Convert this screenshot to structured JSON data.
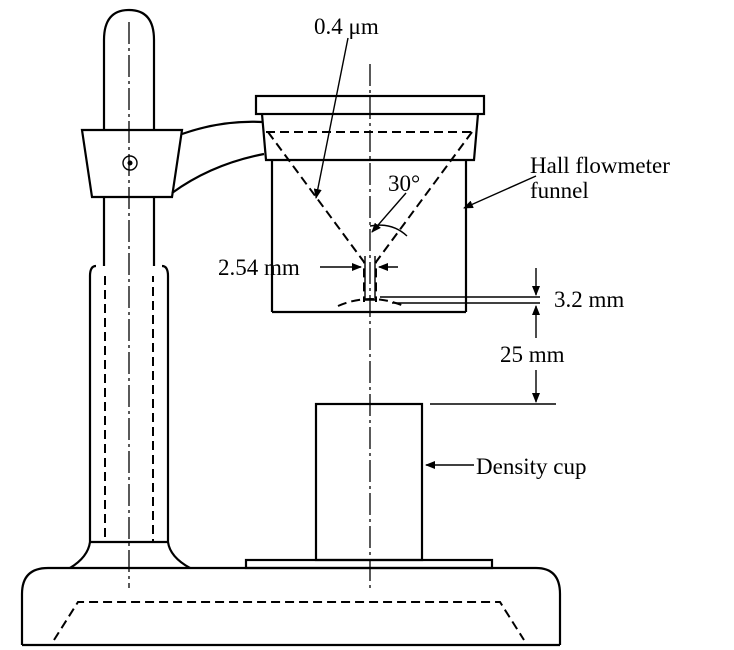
{
  "labels": {
    "particle_size": "0.4 μm",
    "angle": "30°",
    "funnel_line1": "Hall flowmeter",
    "funnel_line2": "funnel",
    "orifice": "2.54 mm",
    "stem_length": "3.2 mm",
    "drop_height": "25 mm",
    "cup": "Density cup"
  }
}
